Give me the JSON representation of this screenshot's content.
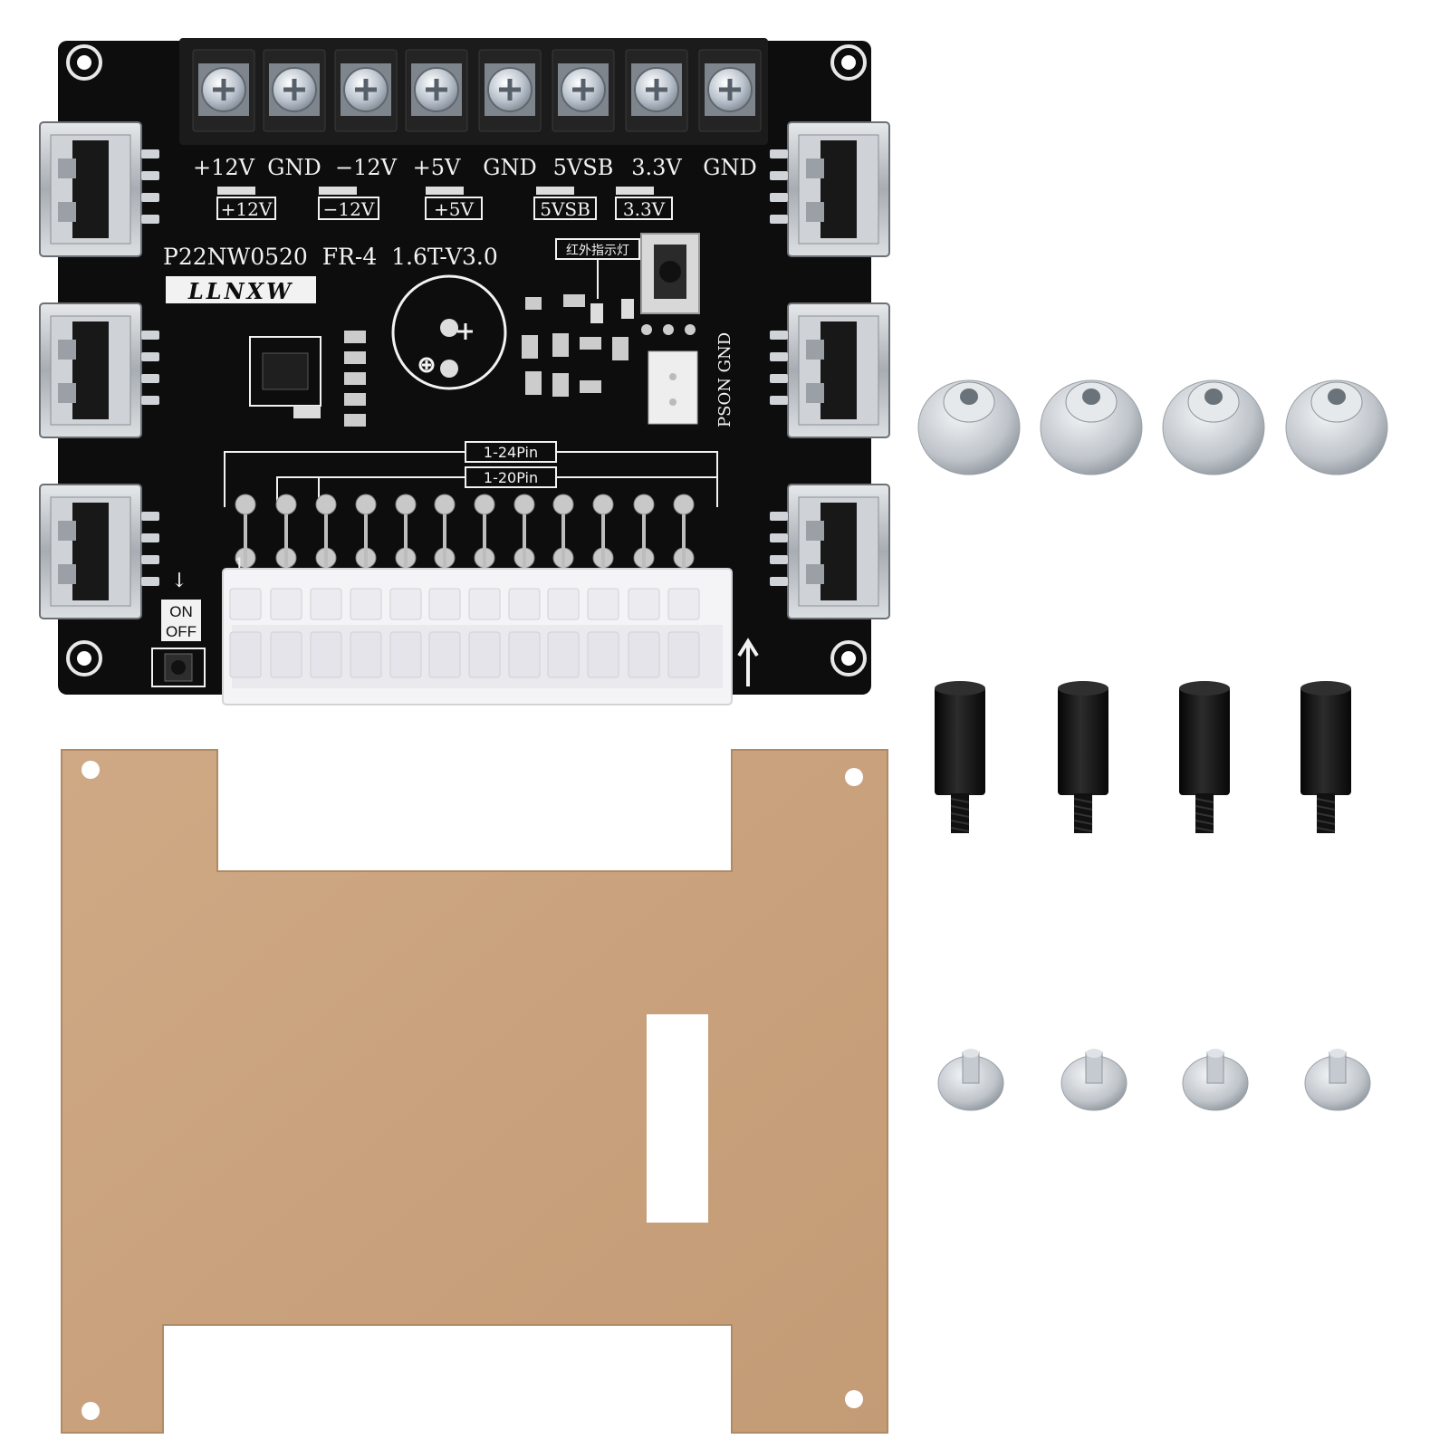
{
  "scene": "product-photo",
  "colors": {
    "background": "#ffffff",
    "pcb": "#0d0d0d",
    "silkscreen": "#f2f2f2",
    "acrylic_film": "#c9a17c",
    "metal": "#c4c8ce",
    "standoff": "#141414",
    "connector": "#f4f4f6"
  },
  "board": {
    "terminal_labels": [
      "+12V",
      "GND",
      "−12V",
      "+5V",
      "GND",
      "5VSB",
      "3.3V",
      "GND"
    ],
    "led_labels": [
      "+12V",
      "−12V",
      "+5V",
      "5VSB",
      "3.3V"
    ],
    "model_text": "P22NW0520  FR-4  1.6T-V3.0",
    "brand_logo": "LLNXW",
    "ir_label": "红外指示灯",
    "connector_labels": [
      "1-24Pin",
      "1-20Pin"
    ],
    "pin1_label": "1",
    "switch_labels": [
      "ON",
      "OFF"
    ],
    "header_label": "PSON GND",
    "usb_port_count": 6
  },
  "accessories": {
    "thumb_nuts": 4,
    "hex_standoffs": 4,
    "screws": 4,
    "acrylic_plate": 1
  }
}
